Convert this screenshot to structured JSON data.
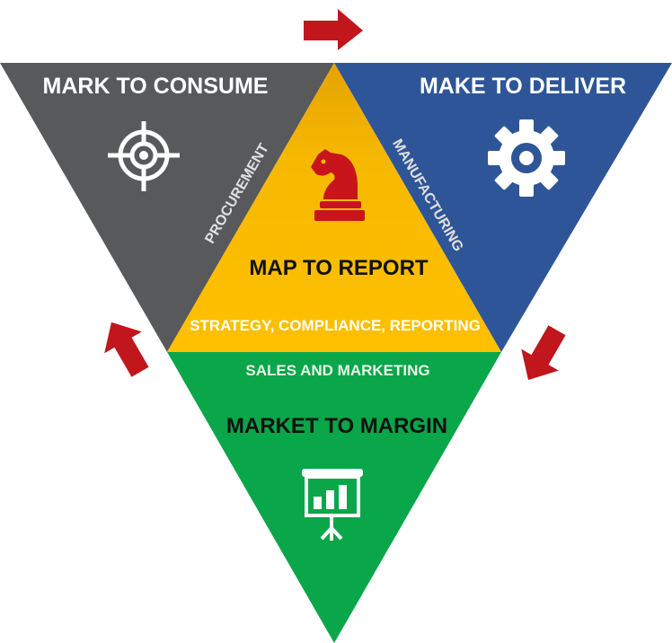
{
  "diagram": {
    "segments": {
      "consume": {
        "title": "MARK TO CONSUME",
        "icon": "target-icon",
        "color": "#58595b",
        "text_color": "#ffffff"
      },
      "deliver": {
        "title": "MAKE TO DELIVER",
        "icon": "gear-icon",
        "color": "#2e5597",
        "text_color": "#ffffff"
      },
      "report": {
        "title": "MAP TO REPORT",
        "subtitle": "STRATEGY, COMPLIANCE, REPORTING",
        "icon": "chess-knight-icon",
        "color": "#f5b800",
        "icon_color": "#c8151b"
      },
      "margin": {
        "title": "MARKET TO MARGIN",
        "icon": "presentation-chart-icon",
        "color": "#0aa64a"
      }
    },
    "edge_labels": {
      "procurement": "PROCUREMENT",
      "manufacturing": "MANUFACTURING",
      "sales": "SALES AND MARKETING"
    },
    "arrows": {
      "color": "#c0161c"
    }
  }
}
